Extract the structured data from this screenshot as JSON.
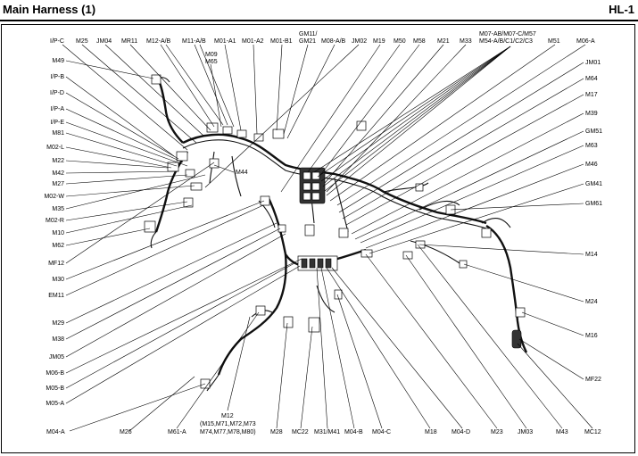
{
  "header": {
    "title": "Main Harness (1)",
    "page_code": "HL-1"
  },
  "labels": {
    "ip_c": "I/P-C",
    "m25": "M25",
    "jm04": "JM04",
    "mr11": "MR11",
    "m12ab": "M12-A/B",
    "m11ab": "M11-A/B",
    "m01a1": "M01-A1",
    "m01a2": "M01-A2",
    "m01b1": "M01-B1",
    "gm11_1": "GM11/",
    "gm11_2": "GM21",
    "m08ab": "M08-A/B",
    "jm02": "JM02",
    "m19": "M19",
    "m50": "M50",
    "m58": "M58",
    "m21": "M21",
    "m33": "M33",
    "m07_1": "M07-AB/M07-C/M57",
    "m07_2": "M54-A/B/C1/C2/C3",
    "m51": "M51",
    "m06a": "M06-A",
    "m09": "M09",
    "m65": "M65",
    "m44": "M44",
    "m49": "M49",
    "ip_b": "I/P-B",
    "ip_d": "I/P-D",
    "ip_a": "I/P-A",
    "ip_e": "I/P-E",
    "m81": "M81",
    "m02l": "M02-L",
    "m22": "M22",
    "m42": "M42",
    "m27": "M27",
    "m02w": "M02-W",
    "m35": "M35",
    "m02r": "M02-R",
    "m10": "M10",
    "m62": "M62",
    "mf12": "MF12",
    "m30": "M30",
    "em11": "EM11",
    "m29": "M29",
    "m38": "M38",
    "jm05": "JM05",
    "m06b": "M06-B",
    "m05b": "M05-B",
    "m05a": "M05-A",
    "jm01": "JM01",
    "m64": "M64",
    "m17": "M17",
    "m39": "M39",
    "gm51": "GM51",
    "m63": "M63",
    "m46": "M46",
    "gm41": "GM41",
    "gm61": "GM61",
    "m14": "M14",
    "m24": "M24",
    "m16": "M16",
    "mf22": "MF22",
    "m04a": "M04-A",
    "m26": "M26",
    "m61a": "M61-A",
    "m12_1": "M12",
    "m12_2": "(M15,M71,M72,M73",
    "m12_3": "M74,M77,M78,M80)",
    "m28": "M28",
    "mc22": "MC22",
    "m31m41": "M31/M41",
    "m04b": "M04-B",
    "m04c": "M04-C",
    "m18": "M18",
    "m04d": "M04-D",
    "m23": "M23",
    "jm03": "JM03",
    "m43": "M43",
    "mc12": "MC12"
  }
}
